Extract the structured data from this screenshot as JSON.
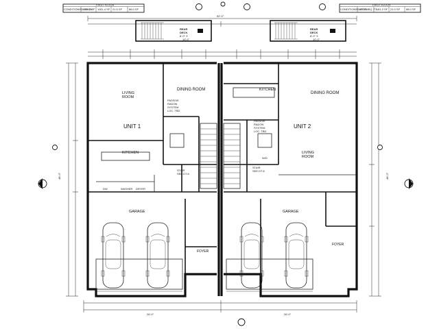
{
  "schedule_left": {
    "header": "FIRST FLOOR",
    "cells": [
      "CONDITIONED ROOM",
      "1190.2 SF",
      "1181.4 SF",
      "21.5 SF",
      "88.0 SF"
    ]
  },
  "schedule_right": {
    "header": "FIRST FLOOR",
    "cells": [
      "CONDITIONED ROOM",
      "METR. SQ. FT.",
      "1181.2 SF",
      "21.0 SF",
      "88.0 SF"
    ]
  },
  "rear_deck": {
    "left": [
      "REAR",
      "DECK",
      "8'-0\" X",
      "10'-0\""
    ],
    "right": [
      "REAR",
      "DECK",
      "8'-0\" X",
      "10'-0\""
    ]
  },
  "rooms": {
    "unit1": "UNIT 1",
    "unit2": "UNIT 2",
    "living_room_1": [
      "LIVING",
      "ROOM"
    ],
    "living_room_2": [
      "LIVING",
      "ROOM"
    ],
    "dining_room_1": "DINING ROOM",
    "dining_room_2": "DINING ROOM",
    "kitchen_1": "KITCHEN",
    "kitchen_2": "KITCHEN",
    "garage_1": "GARAGE",
    "garage_2": "GARAGE",
    "foyer_1": "FOYER",
    "foyer_2": "FOYER",
    "stair_1": [
      "STAIR",
      "SEE DT-6"
    ],
    "stair_2": [
      "STAIR",
      "SEE DT-6"
    ],
    "radon_1": [
      "PASSIVE",
      "RADON",
      "SYSTEM",
      "LOC. TBD"
    ],
    "radon_2": [
      "PASSIVE",
      "RADON",
      "SYSTEM",
      "LOC. TBD"
    ]
  },
  "dimensions": {
    "overall_width": "52'-0\"",
    "half_width_left": "26'-0\"",
    "half_width_right": "26'-0\"",
    "depth_left": "48'-0\"",
    "depth_right": "48'-0\""
  },
  "fixtures": [
    "DW",
    "WASHER",
    "DRYER",
    "W/D"
  ],
  "colors": {
    "ink": "#111111",
    "paper": "#ffffff"
  }
}
